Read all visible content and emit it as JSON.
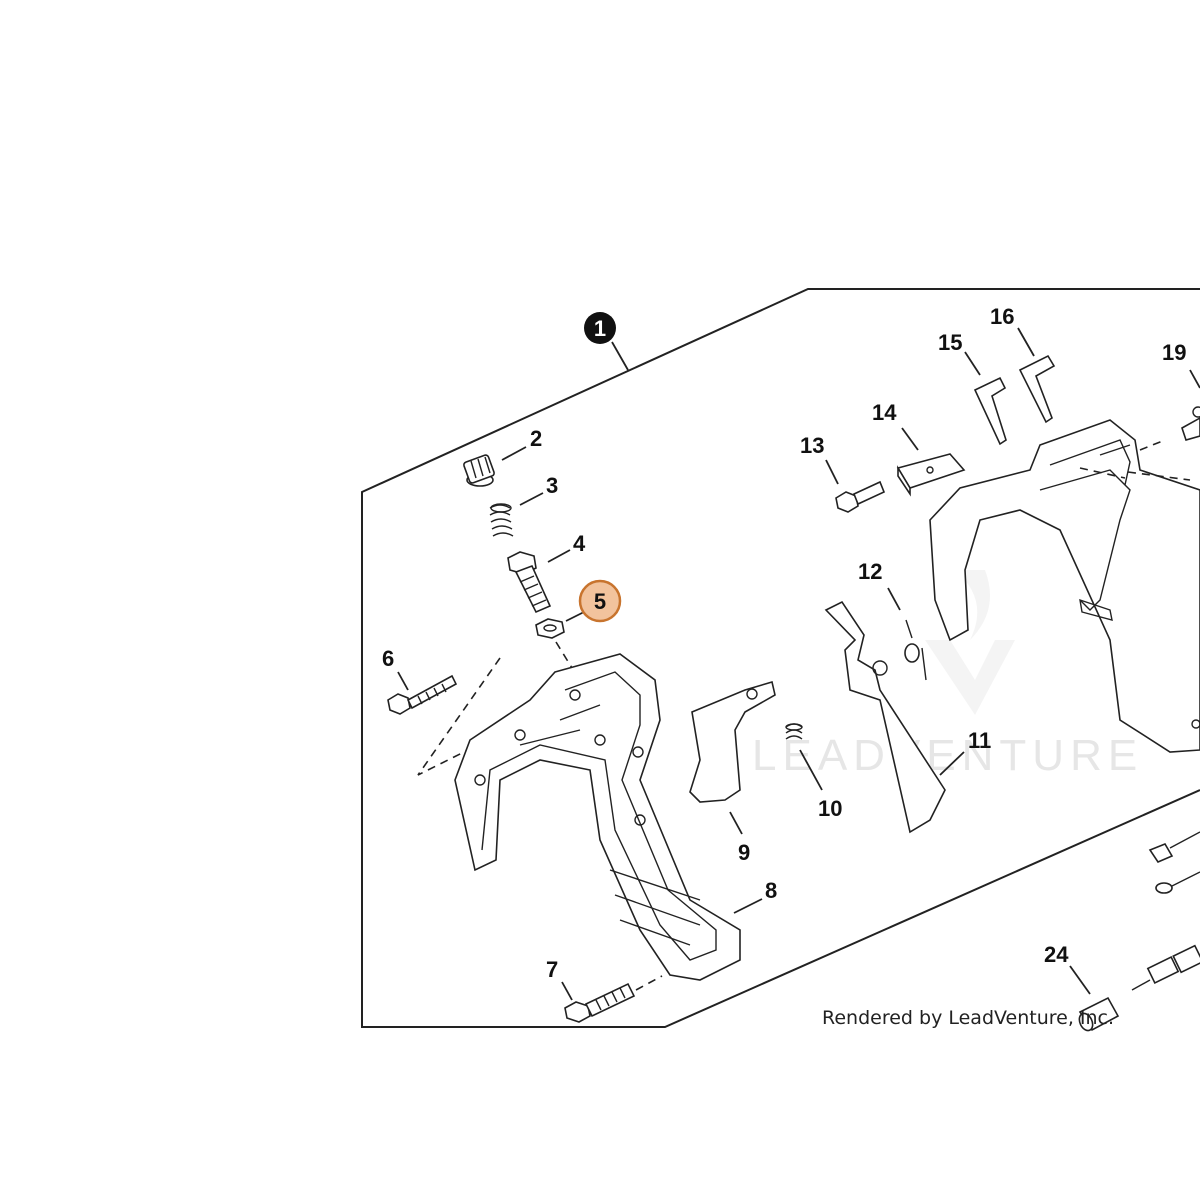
{
  "diagram": {
    "assembly_label": "1",
    "highlight_color": "#f2c39d",
    "highlight_stroke": "#c8742e",
    "labels": {
      "p2": "2",
      "p3": "3",
      "p4": "4",
      "p5": "5",
      "p6": "6",
      "p7": "7",
      "p8": "8",
      "p9": "9",
      "p10": "10",
      "p11": "11",
      "p12": "12",
      "p13": "13",
      "p14": "14",
      "p15": "15",
      "p16": "16",
      "p19": "19",
      "p24": "24"
    },
    "watermark": "LEADVENTURE",
    "credit": "Rendered by LeadVenture, Inc."
  }
}
